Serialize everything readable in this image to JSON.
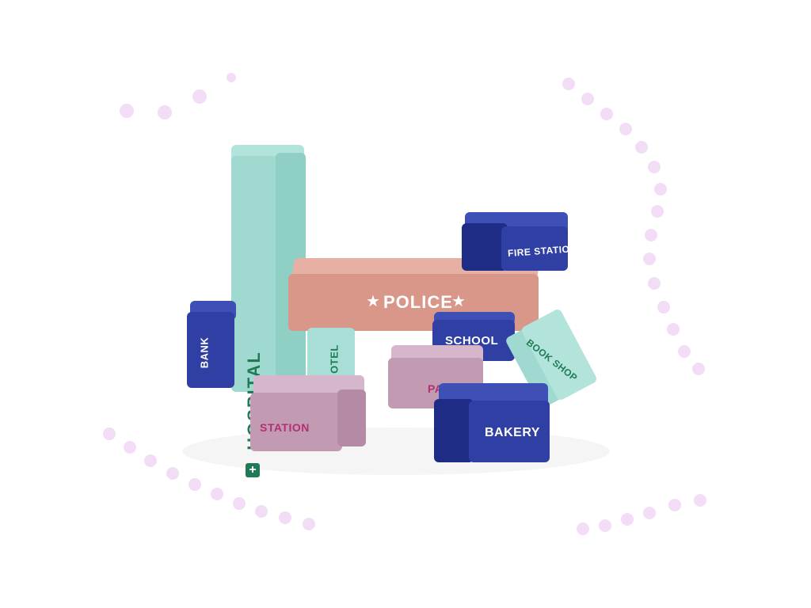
{
  "photo": {
    "subject": "wooden toy town building blocks",
    "colors": {
      "mint": "#9fd9cf",
      "mint_dark": "#6fbfb2",
      "navy": "#2f3fa3",
      "navy_dark": "#1f2c86",
      "salmon": "#d9978a",
      "salmon_top": "#e7b0a4",
      "mauve": "#c29bb3",
      "mauve_top": "#d6b6ca",
      "dot": "#f2dcf6",
      "label_green": "#1f7a55",
      "label_magenta": "#b23072"
    },
    "blocks": {
      "hospital": "HOSPITAL",
      "police": "POLICE",
      "fire_station": "FIRE STATION",
      "bank": "BANK",
      "hotel": "OTEL",
      "school": "SCHOOL",
      "book_shop": "BOOK SHOP",
      "park": "PARK",
      "station": "STATION",
      "bakery": "BAKERY"
    }
  }
}
